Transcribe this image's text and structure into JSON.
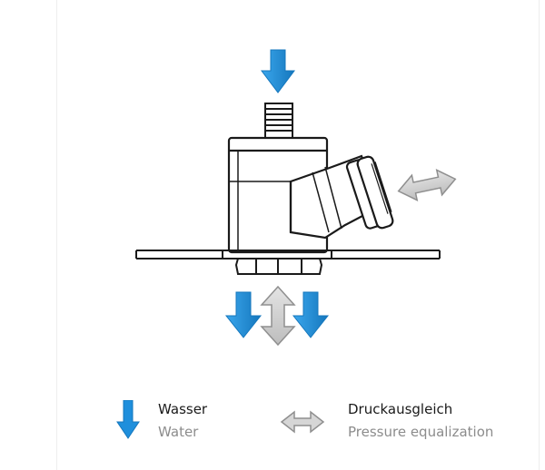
{
  "colors": {
    "water_arrow": "#1f8fdc",
    "water_arrow_dark": "#1577bd",
    "pressure_arrow": "#cfcfcf",
    "pressure_arrow_stroke": "#8f8f8f",
    "outline": "#1a1a1a"
  },
  "icons": {
    "water": "arrow-down-icon",
    "pressure": "double-arrow-icon"
  },
  "legend": {
    "water": {
      "label_de": "Wasser",
      "label_en": "Water"
    },
    "pressure": {
      "label_de": "Druckausgleich",
      "label_en": "Pressure equalization"
    }
  }
}
